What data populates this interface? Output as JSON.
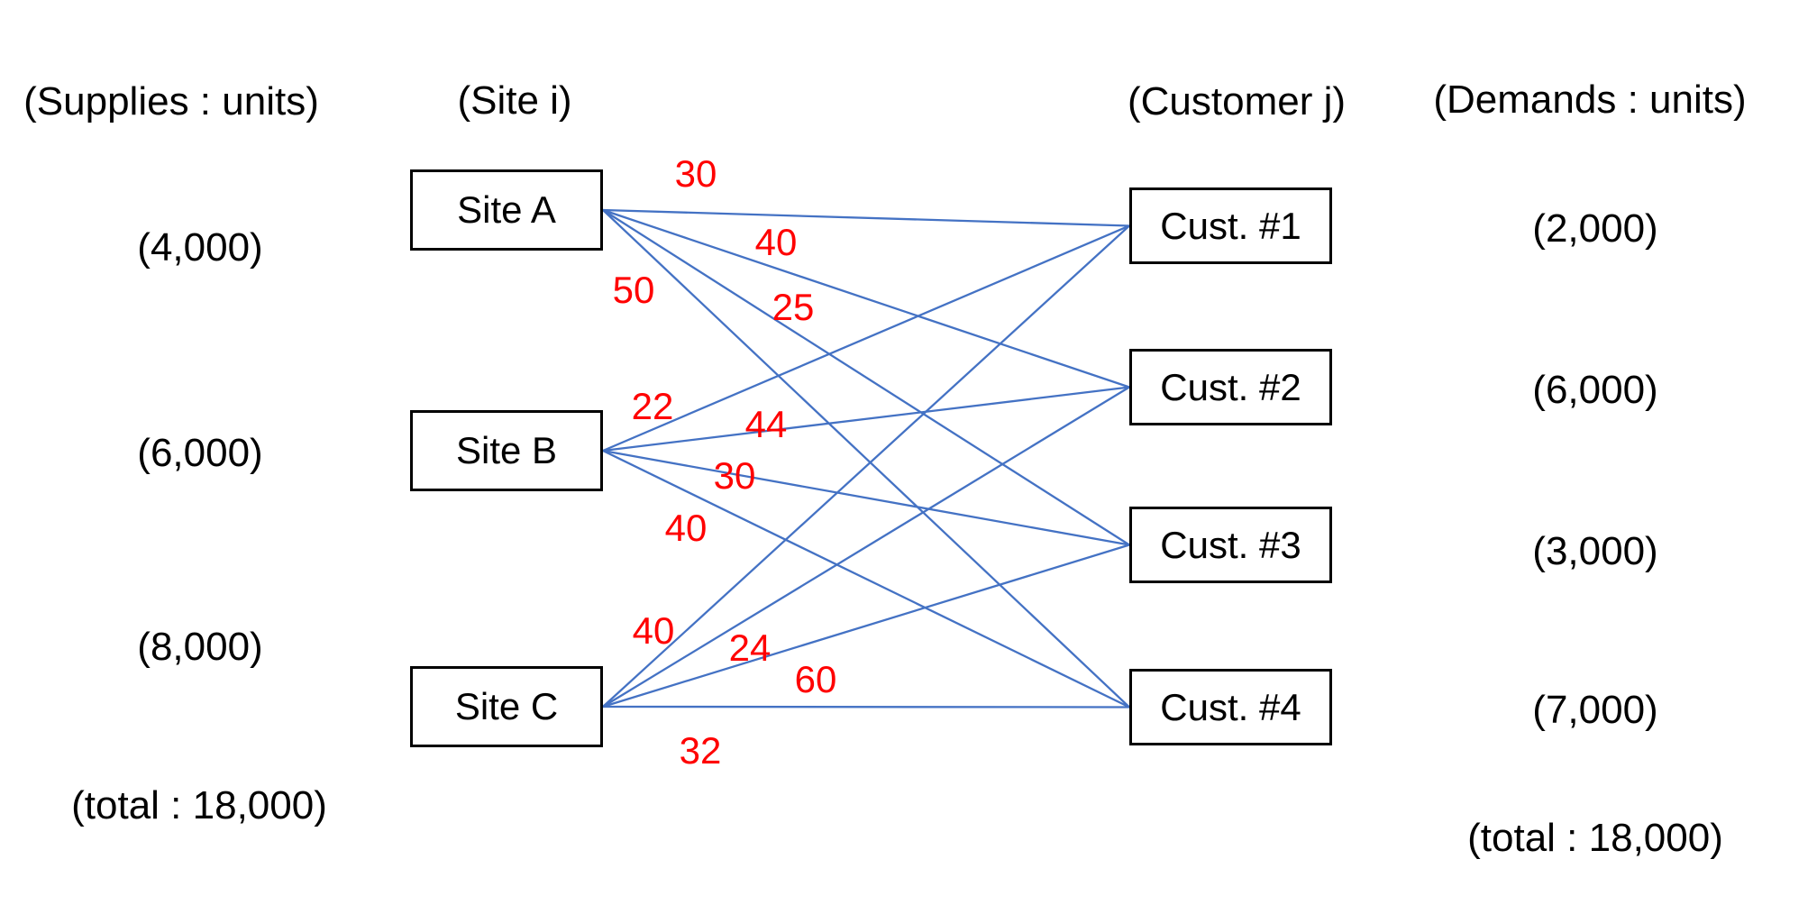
{
  "diagram": {
    "headers": {
      "supplies": "(Supplies : units)",
      "site": "(Site i)",
      "customer": "(Customer j)",
      "demands": "(Demands : units)"
    },
    "sites": [
      {
        "id": "A",
        "label": "Site A",
        "supply": "(4,000)"
      },
      {
        "id": "B",
        "label": "Site B",
        "supply": "(6,000)"
      },
      {
        "id": "C",
        "label": "Site C",
        "supply": "(8,000)"
      }
    ],
    "customers": [
      {
        "id": "1",
        "label": "Cust. #1",
        "demand": "(2,000)"
      },
      {
        "id": "2",
        "label": "Cust. #2",
        "demand": "(6,000)"
      },
      {
        "id": "3",
        "label": "Cust. #3",
        "demand": "(3,000)"
      },
      {
        "id": "4",
        "label": "Cust. #4",
        "demand": "(7,000)"
      }
    ],
    "totals": {
      "supply": "(total : 18,000)",
      "demand": "(total : 18,000)"
    },
    "edges": [
      {
        "from": "A",
        "to": "1",
        "cost": "30"
      },
      {
        "from": "A",
        "to": "2",
        "cost": "40"
      },
      {
        "from": "A",
        "to": "3",
        "cost": "25"
      },
      {
        "from": "A",
        "to": "4",
        "cost": "50"
      },
      {
        "from": "B",
        "to": "1",
        "cost": "22"
      },
      {
        "from": "B",
        "to": "2",
        "cost": "44"
      },
      {
        "from": "B",
        "to": "3",
        "cost": "30"
      },
      {
        "from": "B",
        "to": "4",
        "cost": "40"
      },
      {
        "from": "C",
        "to": "1",
        "cost": "40"
      },
      {
        "from": "C",
        "to": "2",
        "cost": "24"
      },
      {
        "from": "C",
        "to": "3",
        "cost": "60"
      },
      {
        "from": "C",
        "to": "4",
        "cost": "32"
      }
    ],
    "colors": {
      "edge_line": "#4472C4",
      "cost_text": "#FF0000",
      "box_border": "#000000"
    }
  }
}
